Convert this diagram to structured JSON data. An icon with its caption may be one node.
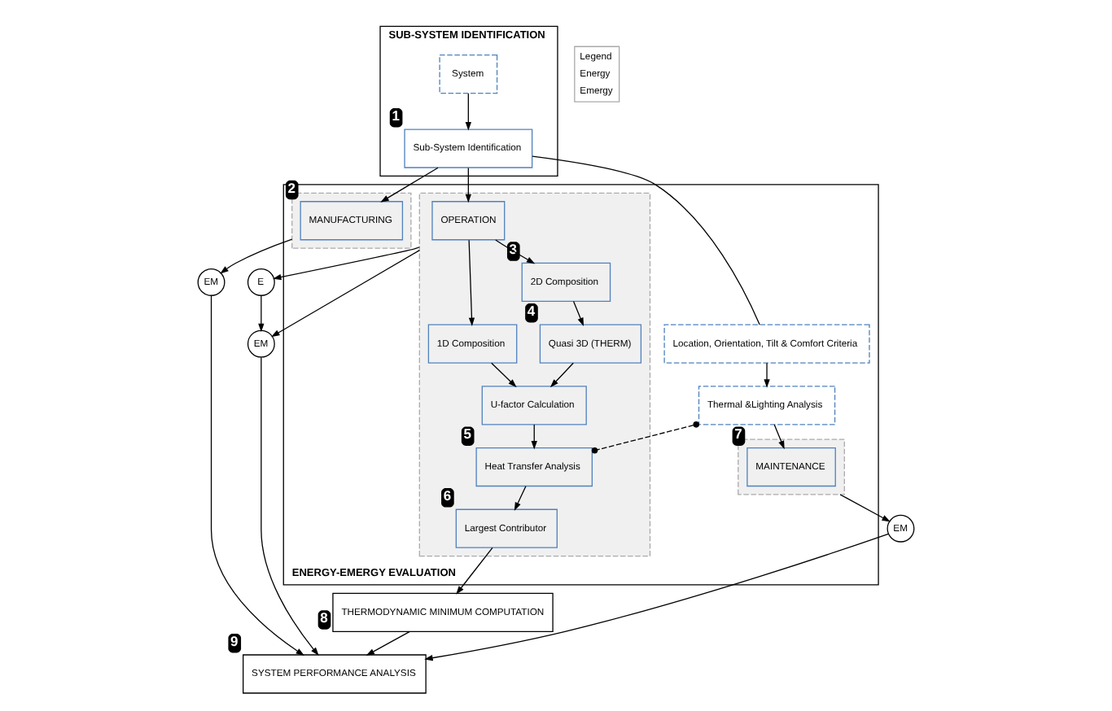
{
  "diagram": {
    "nodes": [
      {
        "text": [
          "SUB-SYSTEM IDENTIFICATION"
        ]
      },
      {
        "text": [
          "System"
        ],
        "in": 0
      },
      {
        "text": [
          "Sub-System Identification"
        ],
        "in": 0,
        "beside": [
          "1"
        ]
      },
      {
        "text": [
          "ENERGY-EMERGY EVALUATION"
        ]
      },
      {
        "text": [],
        "shape": "box",
        "in": 3
      },
      {
        "text": [
          "MANUFACTURING"
        ],
        "in": 4,
        "beside": [
          "2"
        ]
      },
      {
        "text": [],
        "shape": "box",
        "in": 3
      },
      {
        "text": [
          "OPERATION"
        ],
        "in": 6
      },
      {
        "text": [
          "1D Composition"
        ],
        "in": 6
      },
      {
        "text": [
          "2D Composition"
        ],
        "in": 6,
        "beside": [
          "3"
        ]
      },
      {
        "text": [
          "U-factor Calculation"
        ],
        "in": 6
      },
      {
        "text": [
          "Quasi 3D (THERM)"
        ],
        "in": 6,
        "beside": [
          "4"
        ]
      },
      {
        "text": [
          "Heat Transfer Analysis"
        ],
        "in": 6,
        "beside": [
          "5"
        ]
      },
      {
        "text": [
          "Largest Contributor"
        ],
        "in": 6,
        "beside": [
          "6"
        ]
      },
      {
        "text": [
          "Location, Orientation, Tilt & Comfort Criteria"
        ],
        "in": 3
      },
      {
        "text": [
          "Thermal &Lighting Analysis"
        ],
        "in": 3
      },
      {
        "text": [],
        "shape": "box",
        "in": 3
      },
      {
        "text": [
          "MAINTENANCE"
        ],
        "in": 16,
        "beside": [
          "7"
        ]
      },
      {
        "text": [
          "THERMODYNAMIC MINIMUM COMPUTATION"
        ],
        "beside": [
          "8"
        ]
      },
      {
        "text": [
          "EM"
        ]
      },
      {
        "text": [
          "E"
        ]
      },
      {
        "text": [
          "EM"
        ]
      },
      {
        "text": [
          "EM"
        ]
      },
      {
        "text": [
          "SYSTEM PERFORMANCE ANALYSIS"
        ],
        "beside": [
          "9"
        ]
      }
    ],
    "edges": [
      {
        "from": 1,
        "to": 2,
        "arrow": "to"
      },
      {
        "from": 2,
        "to": 5,
        "arrow": "to"
      },
      {
        "from": 2,
        "to": 7,
        "arrow": "to"
      },
      {
        "from": 2,
        "to": 14,
        "arrow": "none"
      },
      {
        "from": 14,
        "to": 15,
        "arrow": "to"
      },
      {
        "from": 15,
        "to": 17,
        "arrow": "to"
      },
      {
        "from": 7,
        "to": 8,
        "arrow": "to"
      },
      {
        "from": 7,
        "to": 9,
        "arrow": "to"
      },
      {
        "from": 8,
        "to": 10,
        "arrow": "to"
      },
      {
        "from": 9,
        "to": 11,
        "arrow": "to"
      },
      {
        "from": 11,
        "to": 10,
        "arrow": "to"
      },
      {
        "from": 10,
        "to": 12,
        "arrow": "to"
      },
      {
        "from": 15,
        "to": 12,
        "arrow": "other",
        "style": "dashed"
      },
      {
        "from": 12,
        "to": 13,
        "arrow": "to"
      },
      {
        "from": 13,
        "to": 18,
        "arrow": "to"
      },
      {
        "from": 4,
        "to": 19,
        "arrow": "to"
      },
      {
        "from": 6,
        "to": 20,
        "arrow": "to"
      },
      {
        "from": 6,
        "to": 21,
        "arrow": "to"
      },
      {
        "from": 20,
        "to": 21,
        "arrow": "to"
      },
      {
        "from": 16,
        "to": 22,
        "arrow": "to"
      },
      {
        "from": 19,
        "to": 23,
        "arrow": "to"
      },
      {
        "from": 21,
        "to": 23,
        "arrow": "to"
      },
      {
        "from": 18,
        "to": 23,
        "arrow": "to"
      },
      {
        "from": 22,
        "to": 23,
        "arrow": "to"
      }
    ],
    "labels": [
      "Legend"
    ],
    "legend": [
      {
        "text": "Energy"
      },
      {
        "text": "Emergy"
      }
    ]
  }
}
